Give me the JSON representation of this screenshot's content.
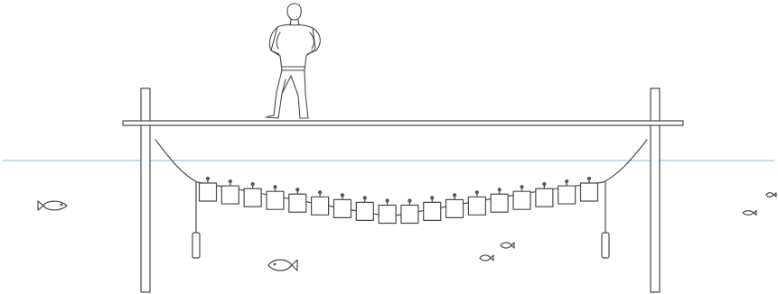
{
  "diagram": {
    "colors": {
      "background": "#ffffff",
      "line": "#4a4a4a",
      "water": "#8fcde8"
    },
    "elements": {
      "figure": "person-standing",
      "platform": "platform-plank",
      "posts": 2,
      "water": "water-surface",
      "line": "sagging-rope",
      "weights": 2,
      "panels": 18,
      "fish": 6
    }
  }
}
